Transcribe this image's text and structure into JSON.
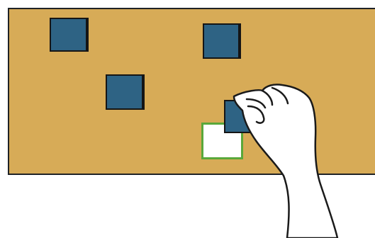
{
  "colors": {
    "board": "#d7ab57",
    "tile": "#2e6384",
    "target_border": "#5aa83a",
    "hand_fill": "#ffffff",
    "hand_stroke": "#1a1a1a"
  },
  "board": {
    "tiles": [
      {
        "name": "tile-1",
        "icon": "square-tile"
      },
      {
        "name": "tile-2",
        "icon": "square-tile"
      },
      {
        "name": "tile-3",
        "icon": "square-tile"
      },
      {
        "name": "tile-held",
        "icon": "square-tile"
      }
    ],
    "target": {
      "icon": "empty-drop-slot"
    }
  },
  "hand": {
    "icon": "grabbing-hand-icon"
  }
}
